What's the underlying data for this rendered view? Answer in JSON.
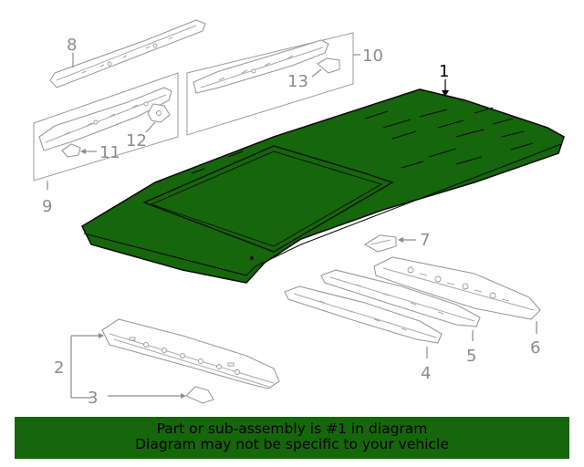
{
  "diagram": {
    "callouts": {
      "c1": "1",
      "c2": "2",
      "c3": "3",
      "c4": "4",
      "c5": "5",
      "c6": "6",
      "c7": "7",
      "c8": "8",
      "c9": "9",
      "c10": "10",
      "c11": "11",
      "c12": "12",
      "c13": "13"
    },
    "highlight_color": "#16660c",
    "line_color": "#8c8c8c"
  },
  "banner": {
    "line1": "Part or sub-assembly is #1 in diagram",
    "line2": "Diagram may not be specific to your vehicle",
    "background": "#16660c"
  }
}
